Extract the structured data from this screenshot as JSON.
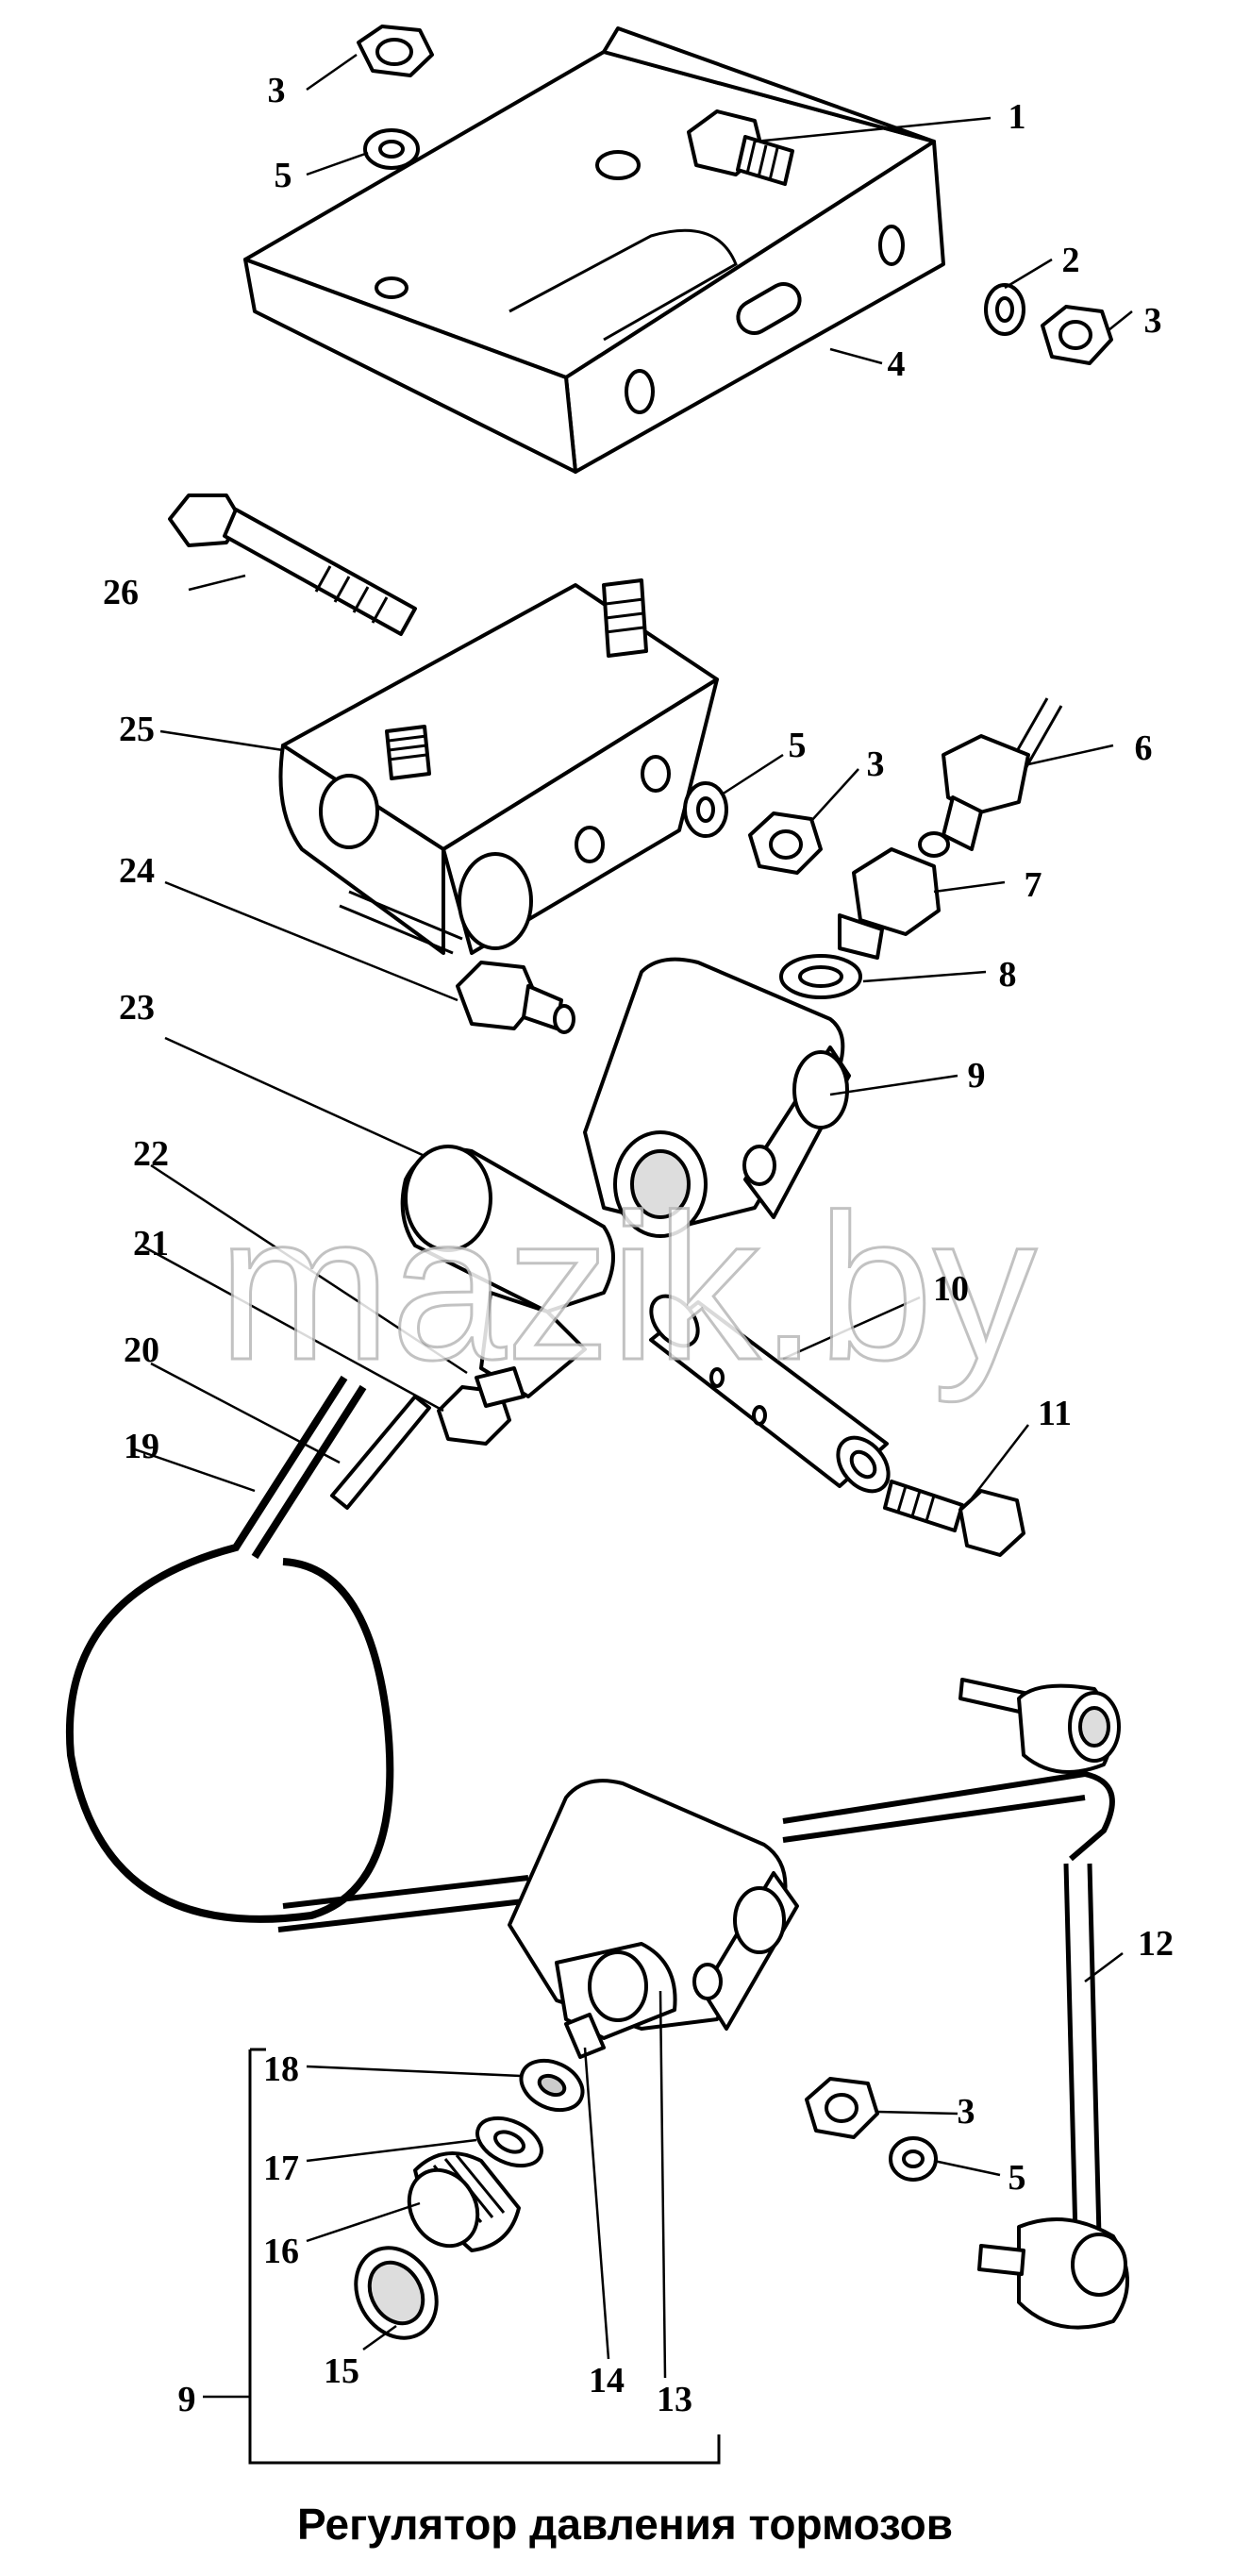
{
  "caption": "Регулятор давления тормозов",
  "watermark": "mazik.by",
  "callouts": {
    "c1": "1",
    "c2": "2",
    "c3a": "3",
    "c3b": "3",
    "c3c": "3",
    "c3d": "3",
    "c4": "4",
    "c5a": "5",
    "c5b": "5",
    "c5c": "5",
    "c6": "6",
    "c7": "7",
    "c8": "8",
    "c9a": "9",
    "c9b": "9",
    "c10": "10",
    "c11": "11",
    "c12": "12",
    "c13": "13",
    "c14": "14",
    "c15": "15",
    "c16": "16",
    "c17": "17",
    "c18": "18",
    "c19": "19",
    "c20": "20",
    "c21": "21",
    "c22": "22",
    "c23": "23",
    "c24": "24",
    "c25": "25",
    "c26": "26"
  }
}
